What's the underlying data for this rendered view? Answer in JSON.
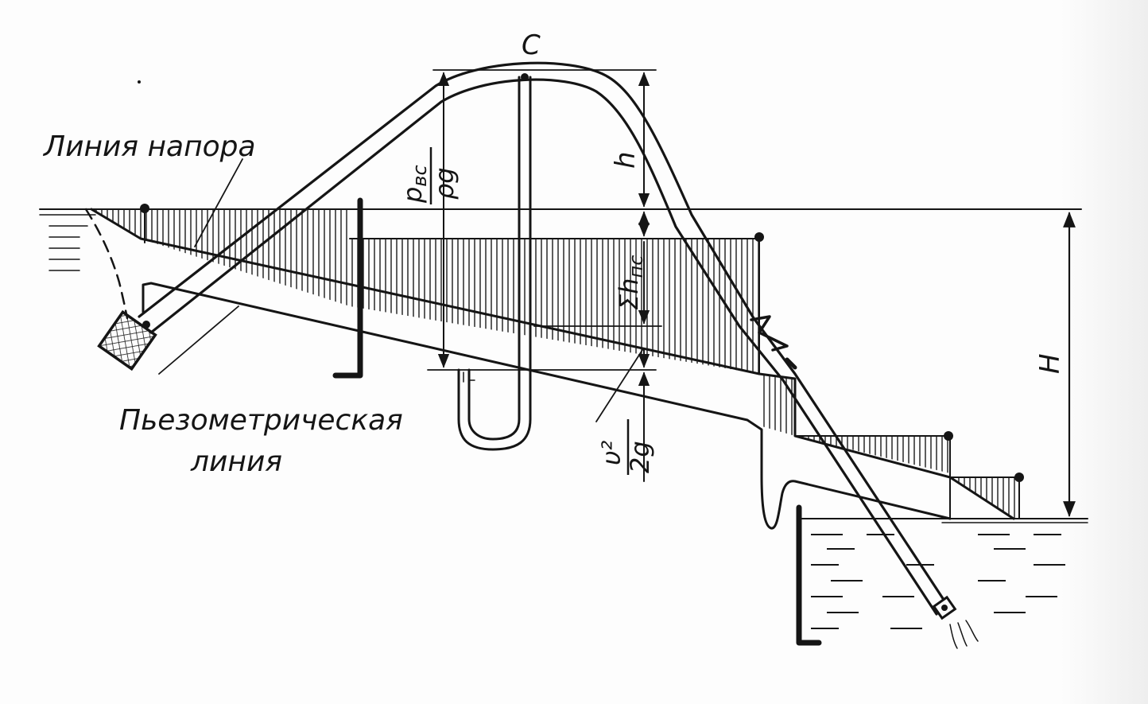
{
  "diagram": {
    "labels": {
      "point_c": "C",
      "head_line": "Линия напора",
      "piezometric_line_1": "Пьезометрическая",
      "piezometric_line_2": "линия",
      "vacuum_head_num": "p",
      "vacuum_head_num_sub": "вс",
      "vacuum_head_den": "ρg",
      "height_h": "h",
      "losses": "Σh",
      "losses_sub": "пс",
      "velocity_num": "υ²",
      "velocity_den": "2g",
      "total_head": "H"
    }
  }
}
